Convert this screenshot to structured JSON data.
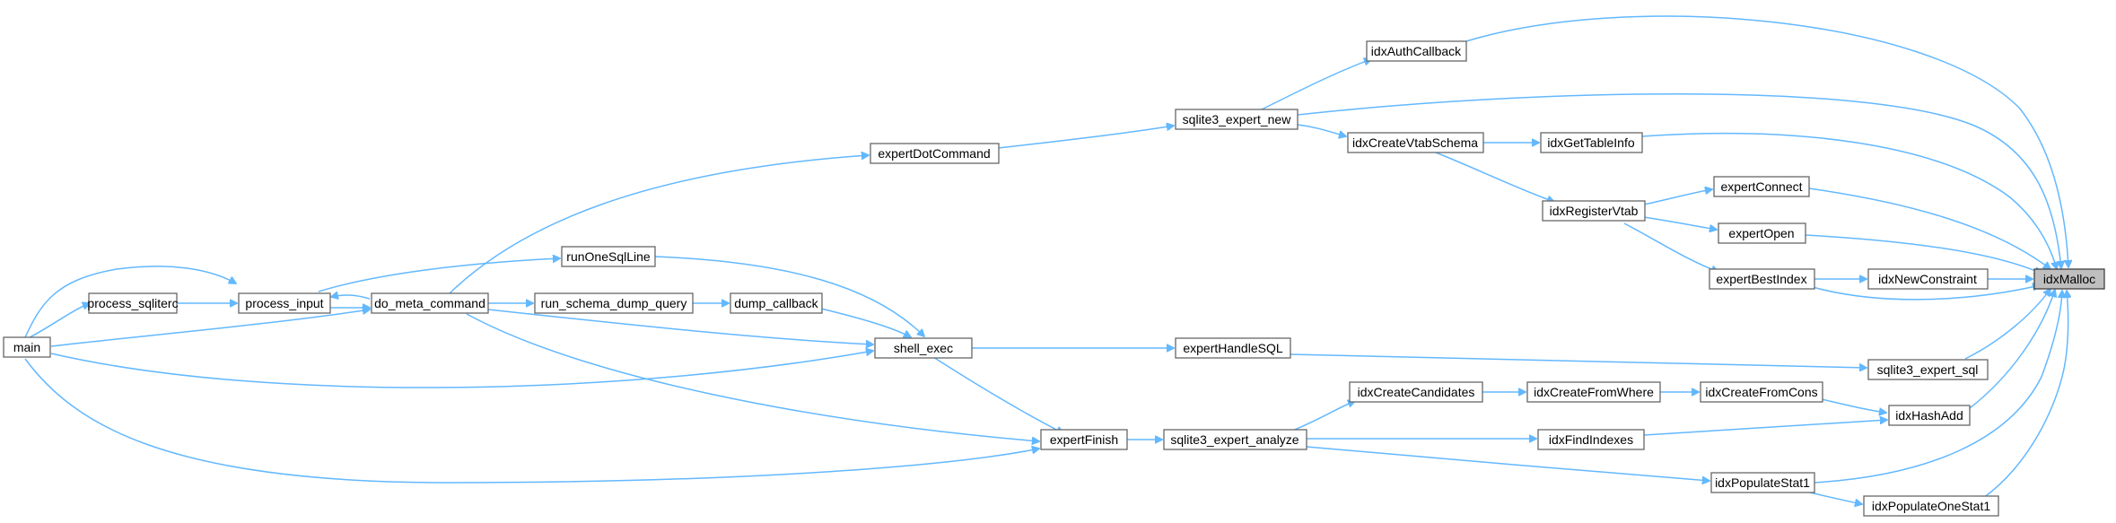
{
  "graph": {
    "colors": {
      "edge": "#63b8ff",
      "node_border": "#666666",
      "highlight_fill": "#bfbfbf"
    },
    "nodes": {
      "main": "main",
      "process_sqliterc": "process_sqliterc",
      "process_input": "process_input",
      "do_meta_command": "do_meta_command",
      "runOneSqlLine": "runOneSqlLine",
      "run_schema_dump_query": "run_schema_dump_query",
      "dump_callback": "dump_callback",
      "shell_exec": "shell_exec",
      "expertDotCommand": "expertDotCommand",
      "expertFinish": "expertFinish",
      "sqlite3_expert_analyze": "sqlite3_expert_analyze",
      "expertHandleSQL": "expertHandleSQL",
      "sqlite3_expert_new": "sqlite3_expert_new",
      "idxAuthCallback": "idxAuthCallback",
      "idxCreateVtabSchema": "idxCreateVtabSchema",
      "idxGetTableInfo": "idxGetTableInfo",
      "idxRegisterVtab": "idxRegisterVtab",
      "expertConnect": "expertConnect",
      "expertOpen": "expertOpen",
      "expertBestIndex": "expertBestIndex",
      "idxNewConstraint": "idxNewConstraint",
      "idxCreateCandidates": "idxCreateCandidates",
      "idxCreateFromWhere": "idxCreateFromWhere",
      "idxCreateFromCons": "idxCreateFromCons",
      "idxFindIndexes": "idxFindIndexes",
      "idxHashAdd": "idxHashAdd",
      "idxPopulateStat1": "idxPopulateStat1",
      "idxPopulateOneStat1": "idxPopulateOneStat1",
      "sqlite3_expert_sql": "sqlite3_expert_sql",
      "idxMalloc": "idxMalloc"
    }
  }
}
